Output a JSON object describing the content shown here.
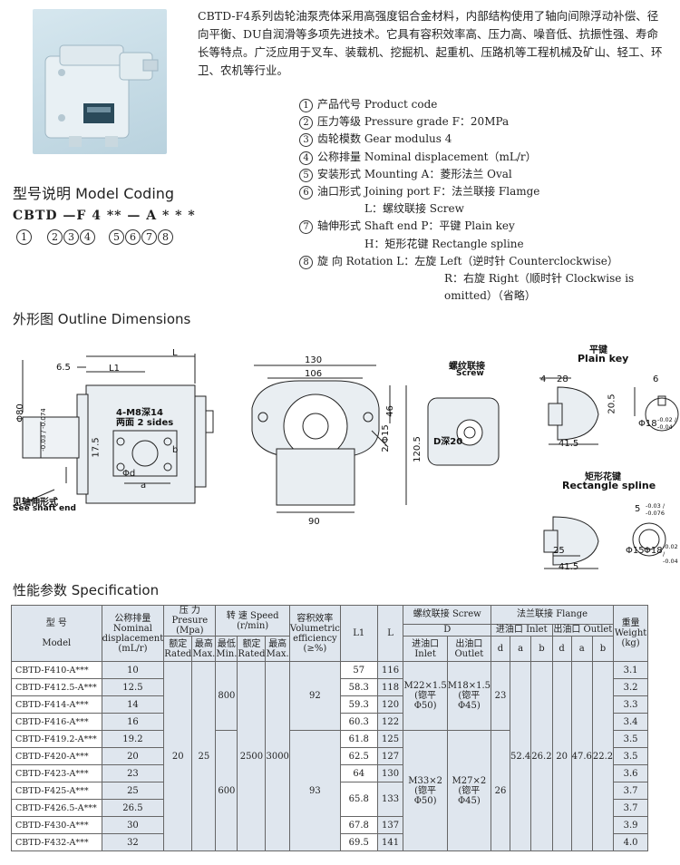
{
  "intro": "CBTD-F4系列齿轮油泵壳体采用高强度铝合金材料，内部结构使用了轴向间隙浮动补偿、径向平衡、DU自润滑等多项先进技术。它具有容积效率高、压力高、噪音低、抗振性强、寿命长等特点。广泛应用于叉车、装载机、挖掘机、起重机、压路机等工程机械及矿山、轻工、环卫、农机等行业。",
  "coding": {
    "title": "型号说明  Model Coding",
    "code": "CBTD —F 4 ** — A * * *",
    "nums": [
      "1",
      "2",
      "3",
      "4",
      "5",
      "6",
      "7",
      "8"
    ]
  },
  "legend": [
    {
      "n": "1",
      "text": "产品代号 Product code"
    },
    {
      "n": "2",
      "text": "压力等级 Pressure grade F：20MPa"
    },
    {
      "n": "3",
      "text": "齿轮模数 Gear modulus 4"
    },
    {
      "n": "4",
      "text": "公称排量 Nominal displacement（mL/r）"
    },
    {
      "n": "5",
      "text": "安装形式 Mounting  A：菱形法兰 Oval"
    },
    {
      "n": "6",
      "text": "油口形式 Joining port F：法兰联接 Flamge"
    },
    {
      "n": "",
      "text": "L：螺纹联接 Screw"
    },
    {
      "n": "7",
      "text": "轴伸形式 Shaft end  P：平键  Plain key"
    },
    {
      "n": "",
      "text": "H：矩形花键 Rectangle spline"
    },
    {
      "n": "8",
      "text": "旋    向 Rotation L：左旋 Left（逆时针 Counterclockwise）"
    },
    {
      "n": "",
      "text": "R：右旋  Right（顺时针 Clockwise is omitted）（省略）"
    }
  ],
  "outline": {
    "title": "外形图  Outline Dimensions",
    "side": {
      "L": "L",
      "d65": "6.5",
      "L1": "L1",
      "phi80": "Φ80",
      "tol80": "-0.03 / -0.074",
      "d175": "17.5",
      "m8": "4-M8深14",
      "sides": "两面 2 sides",
      "b": "b",
      "phid": "Φd",
      "a": "a",
      "see1": "见轴伸形式",
      "see2": "See shaft end"
    },
    "front": {
      "d130": "130",
      "d106": "106",
      "d46": "46",
      "d1205": "120.5",
      "d90": "90",
      "phi15": "2-Φ15"
    },
    "screw": {
      "title": "螺纹联接",
      "sub": "Screw",
      "label": "D深20"
    },
    "plainkey": {
      "title": "平键",
      "sub": "Plain key",
      "d4": "4",
      "d28": "28",
      "d6": "6",
      "d205": "20.5",
      "phi18": "Φ18",
      "tol": "-0.02 / -0.04",
      "d415": "41.5"
    },
    "spline": {
      "title": "矩形花键",
      "sub": "Rectangle spline",
      "d5": "5",
      "tol5": "-0.03 / -0.076",
      "d25": "25",
      "d415": "41.5",
      "phi15": "Φ15",
      "phi18": "Φ18",
      "tol18": "-0.02 / -0.04"
    }
  },
  "spec": {
    "title": "性能参数  Specification",
    "headers": {
      "model_cn": "型    号",
      "model_en": "Model",
      "disp": "公称排量 Nominal displacement (mL/r)",
      "pres": "压    力 Presure (Mpa)",
      "pres_rated": "额定 Rated",
      "pres_max": "最高 Max.",
      "speed": "转    速 Speed (r/min)",
      "speed_min": "最低 Min.",
      "speed_rated": "额定 Rated",
      "speed_max": "最高 Max.",
      "eff": "容积效率 Volumetric efficiency (≥%)",
      "L1": "L1",
      "L": "L",
      "screw": "螺纹联接 Screw",
      "D": "D",
      "inlet": "进油口 Inlet",
      "outlet": "出油口 Outlet",
      "flange": "法兰联接 Flange",
      "f_inlet": "进油口 Inlet",
      "f_outlet": "出油口 Outlet",
      "d": "d",
      "a": "a",
      "b": "b",
      "weight": "重量 Weight (kg)"
    },
    "rows": [
      {
        "model": "CBTD-F410-A***",
        "disp": "10",
        "L1": "57",
        "L": "116",
        "weight": "3.1"
      },
      {
        "model": "CBTD-F412.5-A***",
        "disp": "12.5",
        "L1": "58.3",
        "L": "118",
        "weight": "3.2"
      },
      {
        "model": "CBTD-F414-A***",
        "disp": "14",
        "L1": "59.3",
        "L": "120",
        "weight": "3.3"
      },
      {
        "model": "CBTD-F416-A***",
        "disp": "16",
        "L1": "60.3",
        "L": "122",
        "weight": "3.4"
      },
      {
        "model": "CBTD-F419.2-A***",
        "disp": "19.2",
        "L1": "61.8",
        "L": "125",
        "weight": "3.5"
      },
      {
        "model": "CBTD-F420-A***",
        "disp": "20",
        "L1": "62.5",
        "L": "127",
        "weight": "3.5"
      },
      {
        "model": "CBTD-F423-A***",
        "disp": "23",
        "L1": "64",
        "L": "130",
        "weight": "3.6"
      },
      {
        "model": "CBTD-F425-A***",
        "disp": "25",
        "L1": "65.8",
        "L": "133",
        "weight": "3.7"
      },
      {
        "model": "CBTD-F426.5-A***",
        "disp": "26.5",
        "L1": "",
        "L": "",
        "weight": "3.7"
      },
      {
        "model": "CBTD-F430-A***",
        "disp": "30",
        "L1": "67.8",
        "L": "137",
        "weight": "3.9"
      },
      {
        "model": "CBTD-F432-A***",
        "disp": "32",
        "L1": "69.5",
        "L": "141",
        "weight": "4.0"
      }
    ],
    "merged": {
      "rated": "20",
      "max": "25",
      "min1": "800",
      "min2": "600",
      "srated": "2500",
      "smax": "3000",
      "eff1": "92",
      "eff2": "93",
      "inlet1": "M22×1.5 (锪平Φ50)",
      "outlet1": "M18×1.5 (锪平Φ45)",
      "inlet2": "M33×2 (锪平Φ50)",
      "outlet2": "M27×2 (锪平Φ45)",
      "fd1": "23",
      "fd2": "26",
      "fa": "52.4",
      "fb": "26.2",
      "od": "20",
      "oa": "47.6",
      "ob": "22.2"
    }
  }
}
